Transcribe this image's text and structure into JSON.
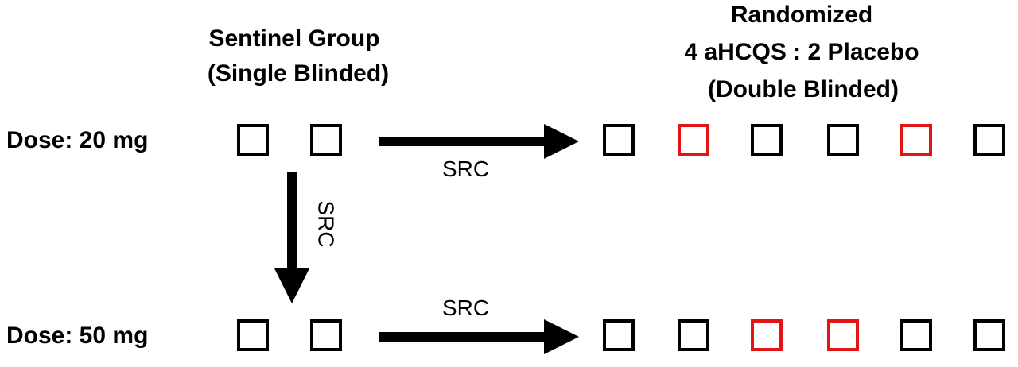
{
  "headers": {
    "sentinel_line1": "Sentinel Group",
    "sentinel_line2": "(Single Blinded)",
    "randomized_line1": "Randomized",
    "randomized_line2": "4 aHCQS : 2 Placebo",
    "randomized_line3": "(Double Blinded)"
  },
  "rows": [
    {
      "dose_label": "Dose: 20 mg",
      "sentinel_boxes": [
        "black",
        "black"
      ],
      "randomized_boxes": [
        "black",
        "red",
        "black",
        "black",
        "red",
        "black"
      ]
    },
    {
      "dose_label": "Dose: 50 mg",
      "sentinel_boxes": [
        "black",
        "black"
      ],
      "randomized_boxes": [
        "black",
        "black",
        "red",
        "red",
        "black",
        "black"
      ]
    }
  ],
  "arrows": {
    "row1_label": "SRC",
    "vertical_label": "SRC",
    "row2_label": "SRC"
  },
  "colors": {
    "active": "#000000",
    "placebo": "#e31414"
  }
}
